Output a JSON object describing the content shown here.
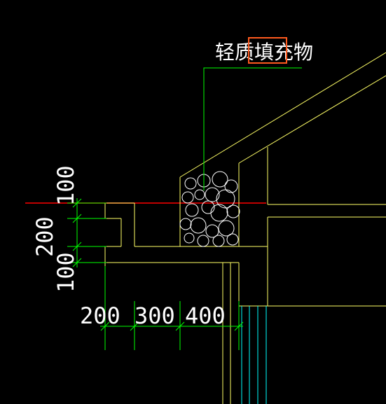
{
  "callout": {
    "label": "轻质填充物",
    "highlight": "填充"
  },
  "dimensions": {
    "vertical": [
      "100",
      "200",
      "100"
    ],
    "horizontal": [
      "200",
      "300",
      "400"
    ]
  },
  "colors": {
    "background": "#000000",
    "outline": "#ffff66",
    "dimension": "#00ff00",
    "leader": "#00ff00",
    "cut_line": "#ff0000",
    "fill_circles": "#ffffff",
    "pipes": "#00ffff",
    "callout_box": "#ff5a1e",
    "text": "#ffffff"
  }
}
